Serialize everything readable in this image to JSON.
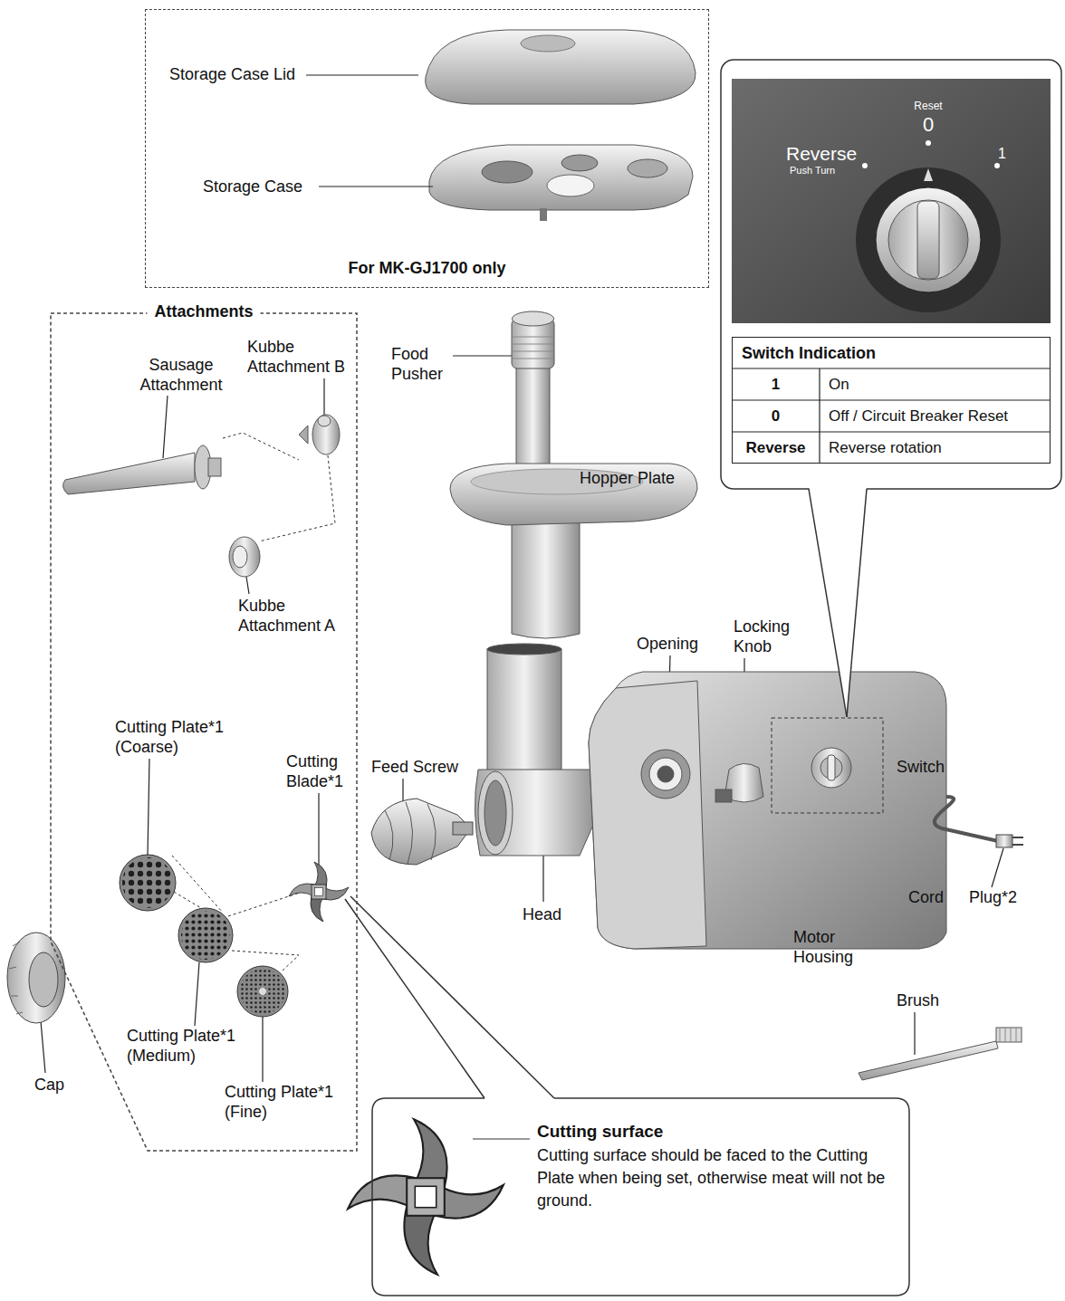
{
  "diagram": {
    "nodes": [
      {
        "text": [
          "For MK-GJ1700 only"
        ]
      },
      {
        "text": [
          "Attachments"
        ]
      },
      {
        "text": [
          "Switch Indication"
        ]
      },
      {
        "text": [
          "Cutting surface",
          "Cutting surface should be faced to the Cutting Plate when being set, otherwise meat will not be ground."
        ]
      }
    ],
    "labels": [
      "Storage Case Lid",
      "Storage Case",
      "Reset",
      "0",
      "Reverse",
      "Push Turn",
      "1",
      "1",
      "On",
      "0",
      "Off / Circuit Breaker Reset",
      "Reverse",
      "Reverse rotation",
      "Sausage Attachment",
      "Kubbe Attachment B",
      "Food Pusher",
      "Hopper Plate",
      "Kubbe Attachment A",
      "Opening",
      "Locking Knob",
      "Cutting Plate*1 (Coarse)",
      "Cutting Blade*1",
      "Feed Screw",
      "Switch",
      "Head",
      "Cord",
      "Plug*2",
      "Motor Housing",
      "Brush",
      "Cutting Plate*1 (Medium)",
      "Cap",
      "Cutting Plate*1 (Fine)"
    ]
  }
}
